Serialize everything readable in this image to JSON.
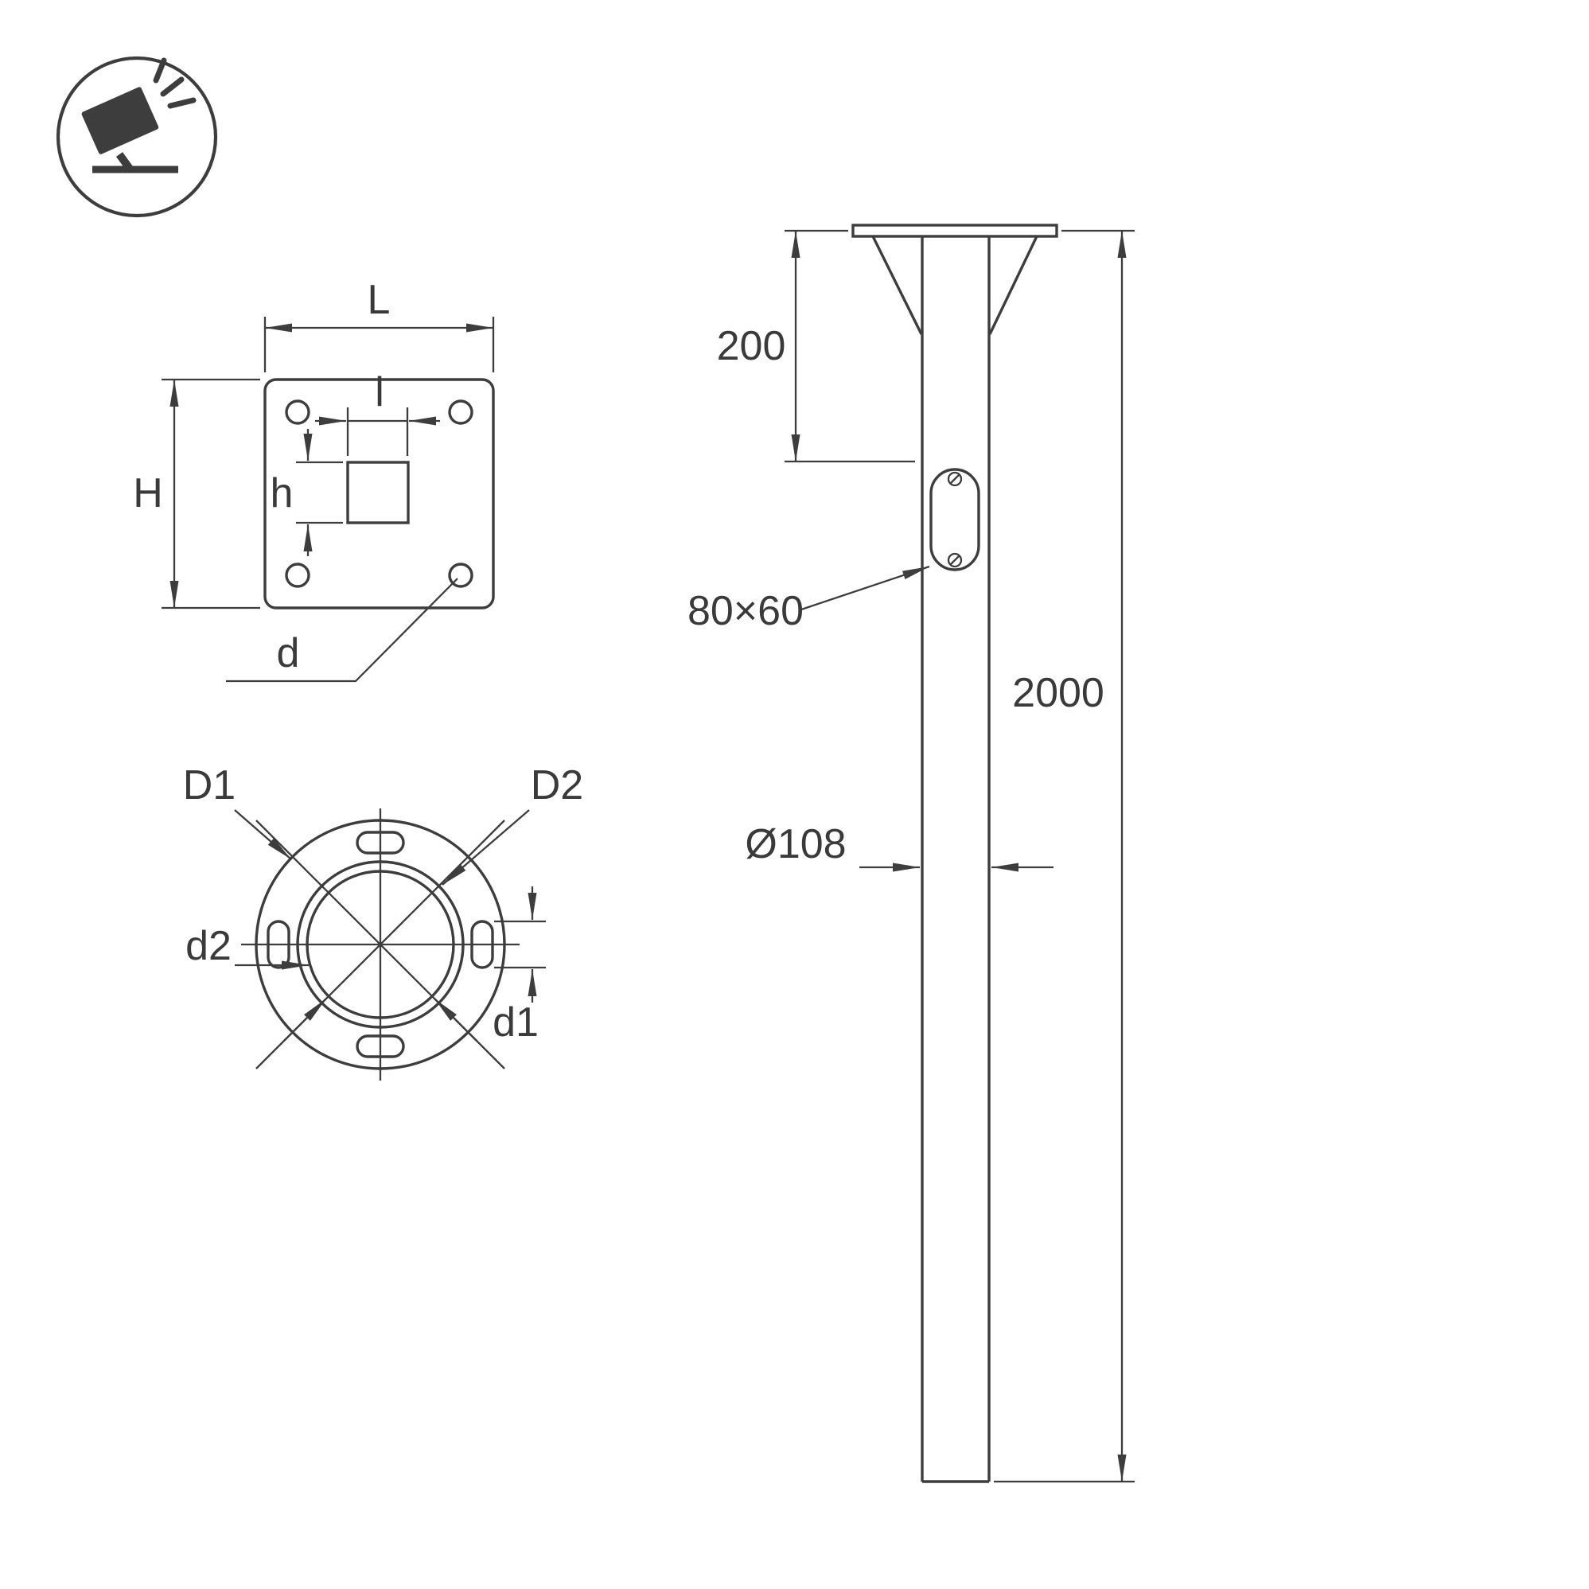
{
  "colors": {
    "line": "#3d3d3d",
    "background": "#ffffff"
  },
  "icon": {
    "name": "tilted-floodlight-on-ground"
  },
  "top_view": {
    "labels": {
      "L": "L",
      "l_small": "l",
      "H": "H",
      "h_small": "h",
      "d_small": "d"
    }
  },
  "flange_view": {
    "labels": {
      "D1": "D1",
      "D2": "D2",
      "d1": "d1",
      "d2": "d2"
    }
  },
  "side_view": {
    "labels": {
      "top_section": "200",
      "total_height": "2000",
      "hole_size": "80×60",
      "diameter": "Ø108"
    }
  }
}
